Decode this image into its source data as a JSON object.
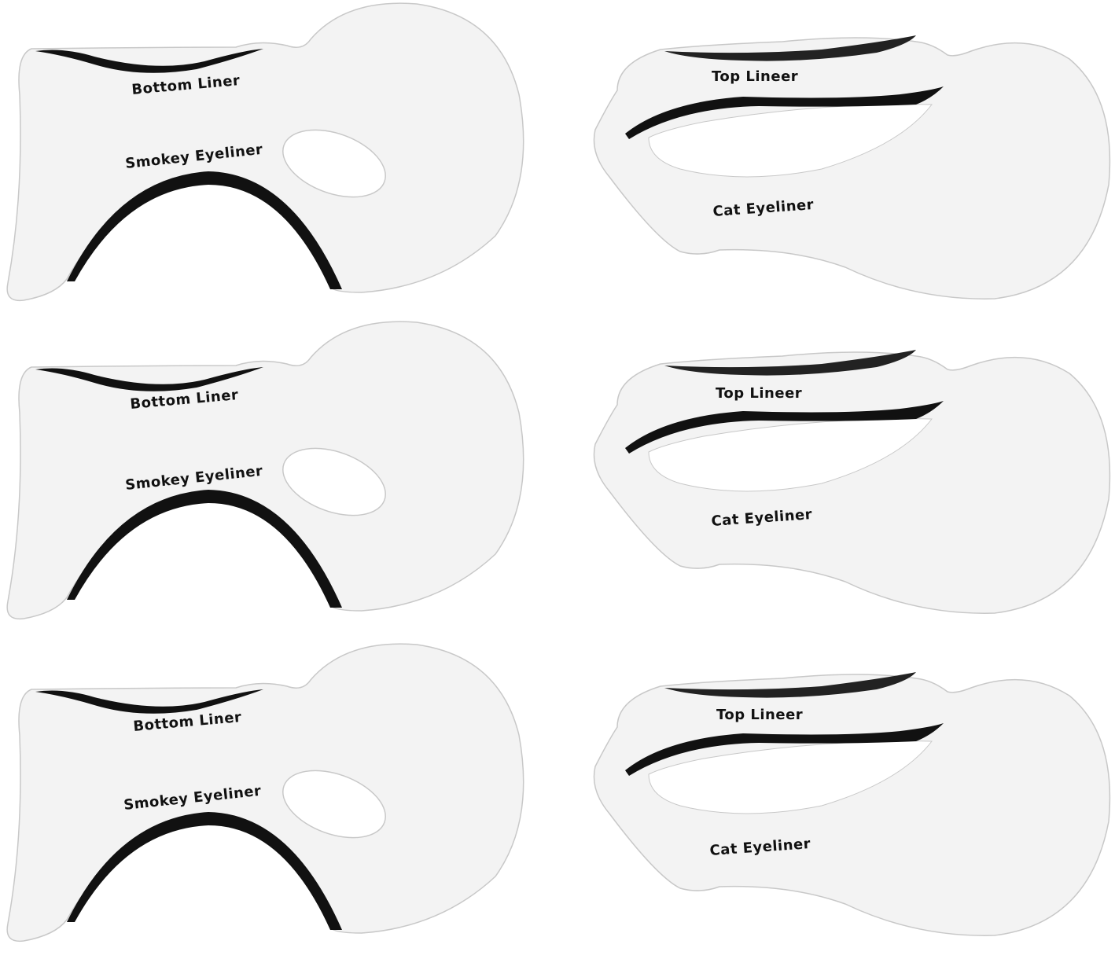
{
  "image": {
    "subject": "eyeliner stencil set",
    "background_color": "#ffffff",
    "stencil_fill": "#f3f3f3",
    "stencil_outline": "#c8c8c8",
    "liner_color": "#111111"
  },
  "left_column": [
    {
      "top_label": "Bottom Liner",
      "bottom_label": "Smokey Eyeliner"
    },
    {
      "top_label": "Bottom Liner",
      "bottom_label": "Smokey Eyeliner"
    },
    {
      "top_label": "Bottom Liner",
      "bottom_label": "Smokey Eyeliner"
    }
  ],
  "right_column": [
    {
      "top_label": "Top Lineer",
      "bottom_label": "Cat Eyeliner"
    },
    {
      "top_label": "Top Lineer",
      "bottom_label": "Cat Eyeliner"
    },
    {
      "top_label": "Top Lineer",
      "bottom_label": "Cat Eyeliner"
    }
  ]
}
